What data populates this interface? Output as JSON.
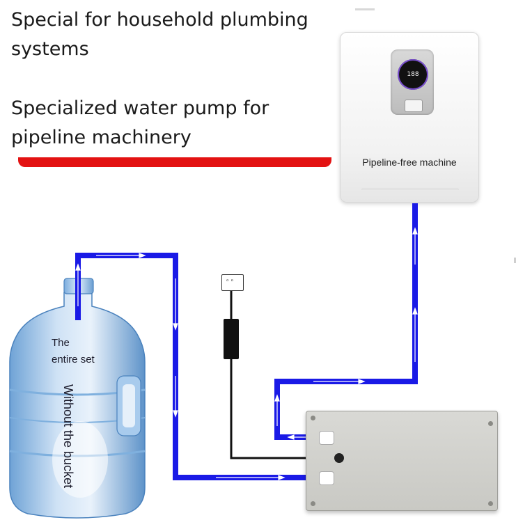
{
  "headlines": {
    "line1": "Special for household plumbing systems",
    "line2": "Specialized water pump for pipeline machinery"
  },
  "machine": {
    "display_value": "188",
    "label": "Pipeline-free machine"
  },
  "bucket": {
    "label_line1": "The",
    "label_line2": "entire set",
    "vertical_label": "Without the bucket"
  },
  "plug": {
    "symbol": "▫▫"
  },
  "colors": {
    "pipe": "#1a1ae6",
    "red_underline": "#e31212",
    "cable": "#111111"
  }
}
